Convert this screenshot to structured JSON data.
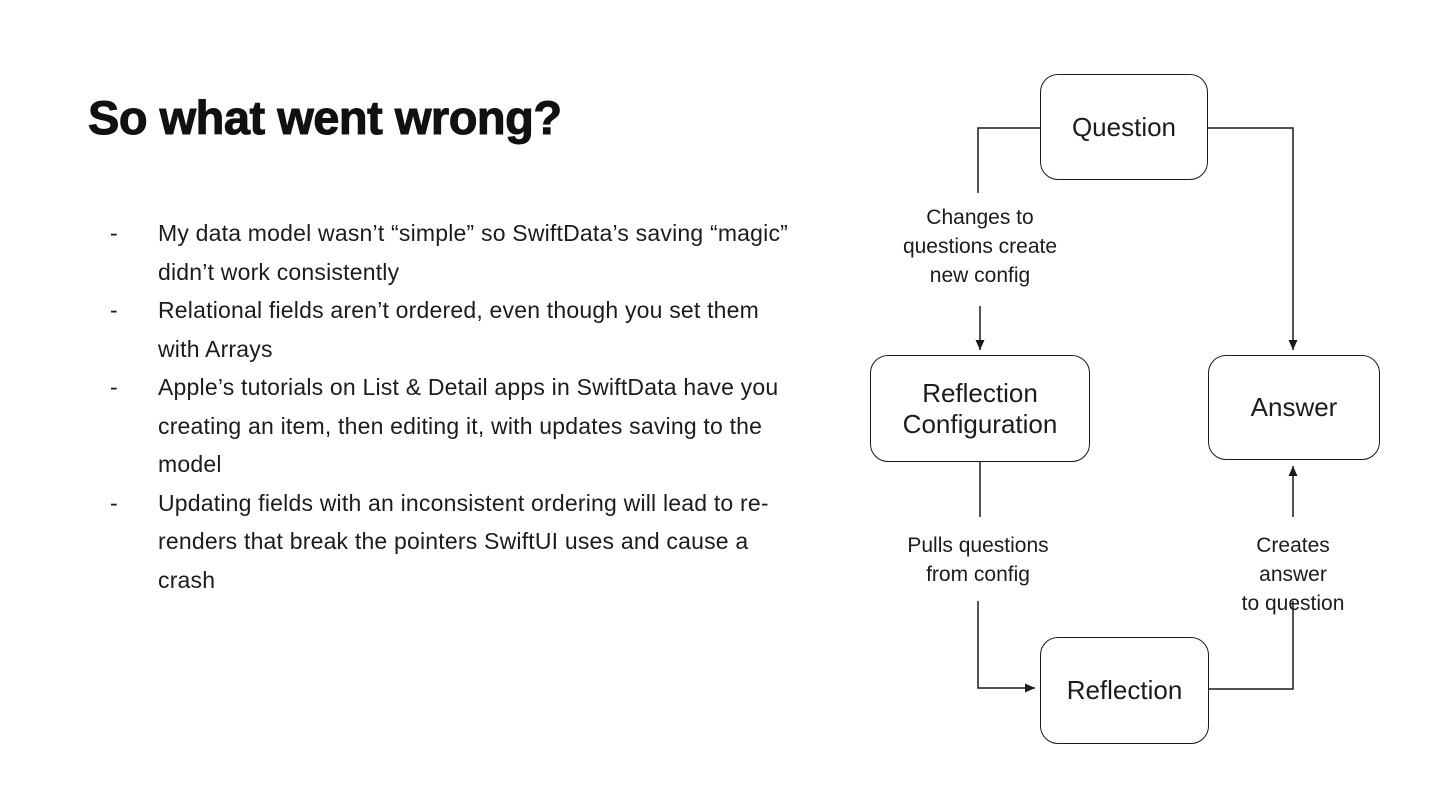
{
  "colors": {
    "ink": "#111111",
    "stroke": "#1a1a1a",
    "background": "#ffffff"
  },
  "slide": {
    "title": "So what went wrong?",
    "bullet_dash": "-",
    "bullets": [
      "My data model wasn’t “simple” so SwiftData’s saving “magic” didn’t work consistently",
      "Relational fields aren’t ordered, even though you set them with Arrays",
      "Apple’s tutorials on List & Detail apps in SwiftData have you creating an item, then editing it, with updates saving to the model",
      "Updating fields with an inconsistent ordering will lead to re-renders that break the pointers SwiftUI uses and cause a crash"
    ]
  },
  "diagram": {
    "nodes": {
      "question": {
        "label": "Question"
      },
      "reflection_configuration": {
        "label": "Reflection\nConfiguration"
      },
      "answer": {
        "label": "Answer"
      },
      "reflection": {
        "label": "Reflection"
      }
    },
    "edge_labels": {
      "changes": "Changes to\nquestions create\nnew config",
      "pulls": "Pulls questions\nfrom config",
      "creates": "Creates answer\nto question"
    }
  }
}
